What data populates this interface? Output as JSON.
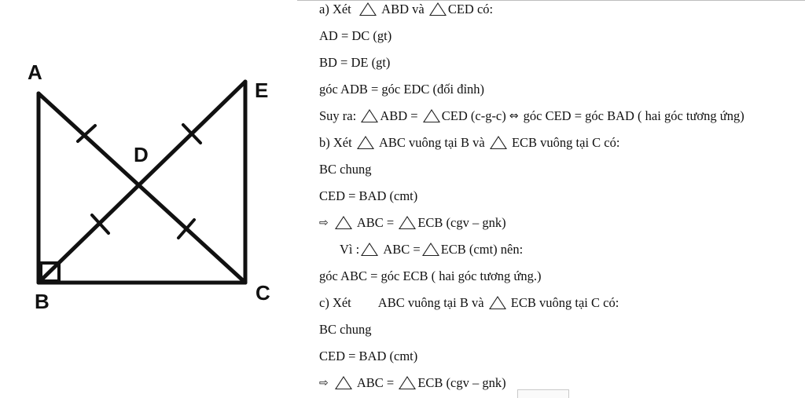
{
  "figure": {
    "labels": {
      "A": "A",
      "B": "B",
      "C": "C",
      "D": "D",
      "E": "E"
    }
  },
  "proof": {
    "l1": {
      "a": "a)  Xét",
      "b": "ABD và",
      "c": "CED có:"
    },
    "l2": "AD = DC (gt)",
    "l3": "BD = DE (gt)",
    "l4": "góc ADB = góc EDC (đối đỉnh)",
    "l5": {
      "a": "Suy ra:",
      "b": "ABD =",
      "c": "CED (c-g-c)",
      "d": "góc CED = góc BAD ( hai góc tương ứng)"
    },
    "l6": {
      "a": "b)  Xét",
      "b": "ABC vuông tại B và",
      "c": "ECB vuông tại C có:"
    },
    "l7": "BC chung",
    "l8": "CED = BAD (cmt)",
    "l9": {
      "b": "ABC =",
      "c": "ECB (cgv – gnk)"
    },
    "l10": {
      "a": "Vì :",
      "b": "ABC =",
      "c": "ECB (cmt) nên:"
    },
    "l11": "góc ABC = góc ECB ( hai góc tương ứng.)",
    "l12": {
      "a": "c)  Xét",
      "b": "ABC vuông tại B và",
      "c": "ECB vuông tại C có:"
    },
    "l13": "BC chung",
    "l14": "CED = BAD (cmt)",
    "l15": {
      "b": "ABC =",
      "c": "ECB (cgv – gnk)"
    }
  },
  "icons": {
    "arrow": "⇨",
    "iff": "⇔"
  }
}
